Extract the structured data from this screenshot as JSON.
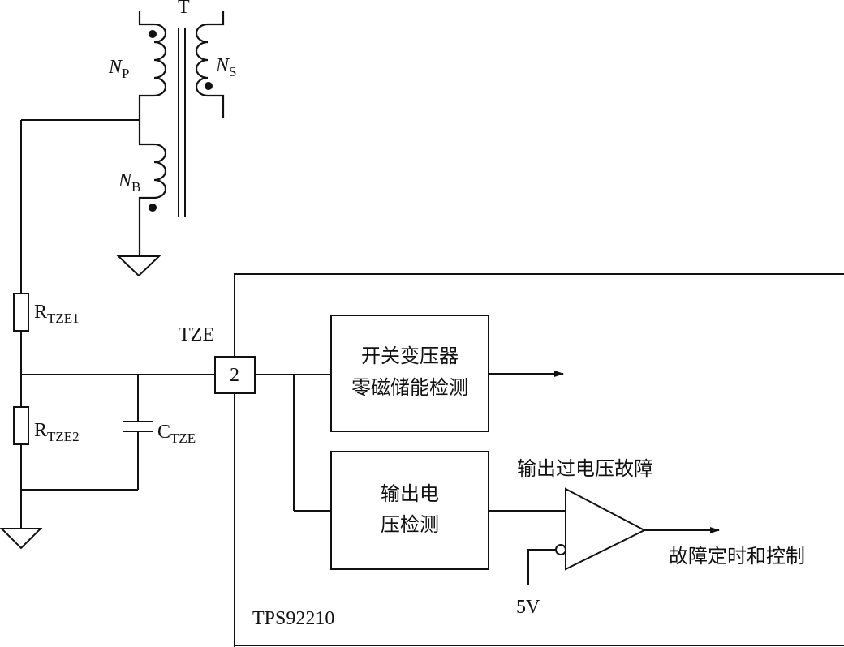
{
  "transformer": {
    "name": "T",
    "primary": {
      "symbol": "N",
      "sub": "P"
    },
    "secondary": {
      "symbol": "N",
      "sub": "S"
    },
    "bias": {
      "symbol": "N",
      "sub": "B"
    }
  },
  "resistors": {
    "r1": {
      "main": "R",
      "sub": "TZE1"
    },
    "r2": {
      "main": "R",
      "sub": "TZE2"
    }
  },
  "capacitor": {
    "main": "C",
    "sub": "TZE"
  },
  "pin": {
    "name": "TZE",
    "number": "2"
  },
  "ic": {
    "name": "TPS92210"
  },
  "blocks": {
    "transformer_detect": {
      "line1": "开关变压器",
      "line2": "零磁储能检测"
    },
    "output_detect": {
      "line1": "输出电",
      "line2": "压检测"
    }
  },
  "comparator": {
    "label": "输出过电压故障",
    "reference": "5V"
  },
  "output": {
    "label": "故障定时和控制"
  },
  "colors": {
    "ink": "#111111",
    "background": "#ffffff"
  }
}
